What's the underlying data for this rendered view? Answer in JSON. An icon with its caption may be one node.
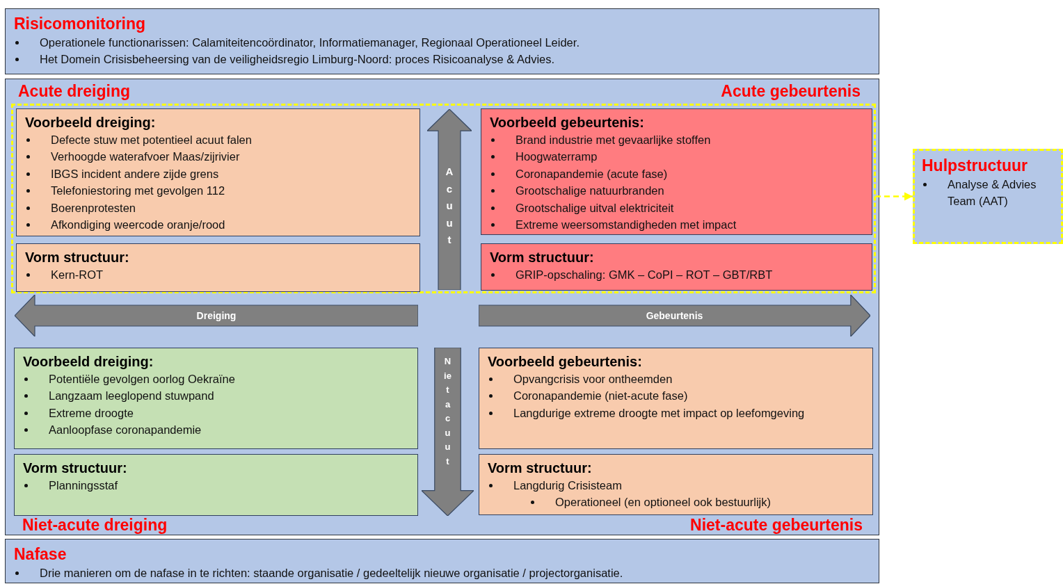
{
  "diagram": {
    "nodes": [
      {
        "text": [
          "Risicomonitoring",
          "Operationele functionarissen: Calamiteitencoördinator, Informatiemanager, Regionaal Operationeel Leider.",
          "Het Domein Crisisbeheersing van de veiligheidsregio Limburg-Noord: proces Risicoanalyse & Advies."
        ]
      },
      {
        "text": [
          "Acute dreiging",
          "Acute gebeurtenis",
          "Niet-acute dreiging",
          "Niet-acute gebeurtenis"
        ]
      },
      {
        "text": [],
        "shape": "box",
        "in": 1
      },
      {
        "text": [
          "Voorbeeld dreiging:",
          "Defecte stuw met potentieel acuut falen",
          "Verhoogde waterafvoer Maas/zijrivier",
          "IBGS incident andere zijde grens",
          "Telefoniestoring met gevolgen 112",
          "Boerenprotesten",
          "Afkondiging weercode oranje/rood"
        ],
        "in": 2
      },
      {
        "text": [
          "Vorm structuur:",
          "Kern-ROT"
        ],
        "in": 2
      },
      {
        "text": [
          "Acuut"
        ],
        "in": 2
      },
      {
        "text": [
          "Voorbeeld gebeurtenis:",
          "Brand industrie met gevaarlijke stoffen",
          "Hoogwaterramp",
          "Coronapandemie (acute fase)",
          "Grootschalige natuurbranden",
          "Grootschalige uitval elektriciteit",
          "Extreme weersomstandigheden met impact"
        ],
        "in": 2
      },
      {
        "text": [
          "Vorm structuur:",
          "GRIP-opschaling: GMK – CoPI – ROT – GBT/RBT"
        ],
        "in": 2
      },
      {
        "text": [
          "Dreiging"
        ],
        "in": 1
      },
      {
        "text": [
          "Gebeurtenis"
        ],
        "in": 1
      },
      {
        "text": [
          "Voorbeeld dreiging:",
          "Potentiële gevolgen oorlog Oekraïne",
          "Langzaam leeglopend stuwpand",
          "Extreme droogte",
          "Aanloopfase coronapandemie"
        ],
        "in": 1
      },
      {
        "text": [
          "Vorm structuur:",
          "Planningsstaf"
        ],
        "in": 1
      },
      {
        "text": [
          "Niet acuut"
        ],
        "in": 1
      },
      {
        "text": [
          "Voorbeeld gebeurtenis:",
          "Opvangcrisis voor ontheemden",
          "Coronapandemie (niet-acute fase)",
          "Langdurige extreme droogte met impact op leefomgeving"
        ],
        "in": 1
      },
      {
        "text": [
          "Vorm structuur:",
          "Langdurig Crisisteam",
          "Operationeel (en optioneel ook bestuurlijk)"
        ],
        "in": 1
      },
      {
        "text": [
          "Nafase",
          "Drie manieren om de nafase in te richten: staande organisatie / gedeeltelijk nieuwe organisatie / projectorganisatie."
        ]
      },
      {
        "text": [
          "Hulpstructuur",
          "Analyse & Advies Team (AAT)"
        ]
      }
    ],
    "edges": [
      {
        "from": 2,
        "to": 16,
        "arrow": "to",
        "style": "dashed",
        "color": "#ffff00"
      }
    ]
  }
}
